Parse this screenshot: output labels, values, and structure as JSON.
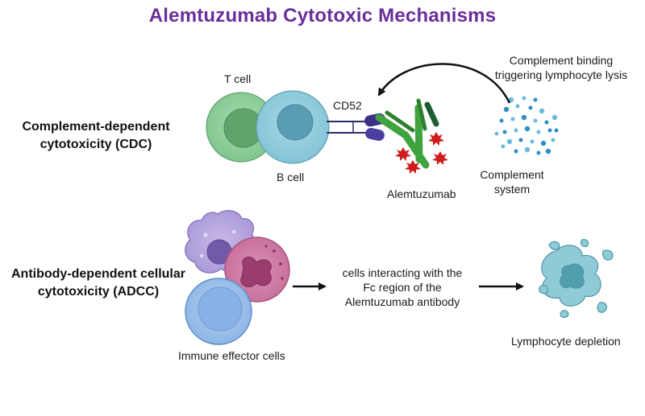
{
  "title": "Alemtuzumab Cytotoxic Mechanisms",
  "cdc": {
    "heading_line1": "Complement-dependent",
    "heading_line2": "cytotoxicity (CDC)",
    "t_cell_label": "T cell",
    "b_cell_label": "B cell",
    "cd52_label": "CD52",
    "antibody_label": "Alemtuzumab",
    "complement_line1": "Complement",
    "complement_line2": "system",
    "binding_line1": "Complement binding",
    "binding_line2": "triggering lymphocyte lysis"
  },
  "adcc": {
    "heading_line1": "Antibody-dependent cellular",
    "heading_line2": "cytotoxicity (ADCC)",
    "effector_label": "Immune effector cells",
    "interaction_line1": "cells interacting with the",
    "interaction_line2": "Fc region of the",
    "interaction_line3": "Alemtuzumab antibody",
    "depletion_label": "Lymphocyte depletion"
  },
  "colors": {
    "title": "#6a2e9a",
    "t_cell": "#8fcf9c",
    "b_cell": "#8fcbdc",
    "antibody": "#3fa33f",
    "antigen": "#3b2f8a",
    "complement_dot": "#2e8fc4",
    "star": "#d01c1c",
    "arrow": "#111111"
  }
}
